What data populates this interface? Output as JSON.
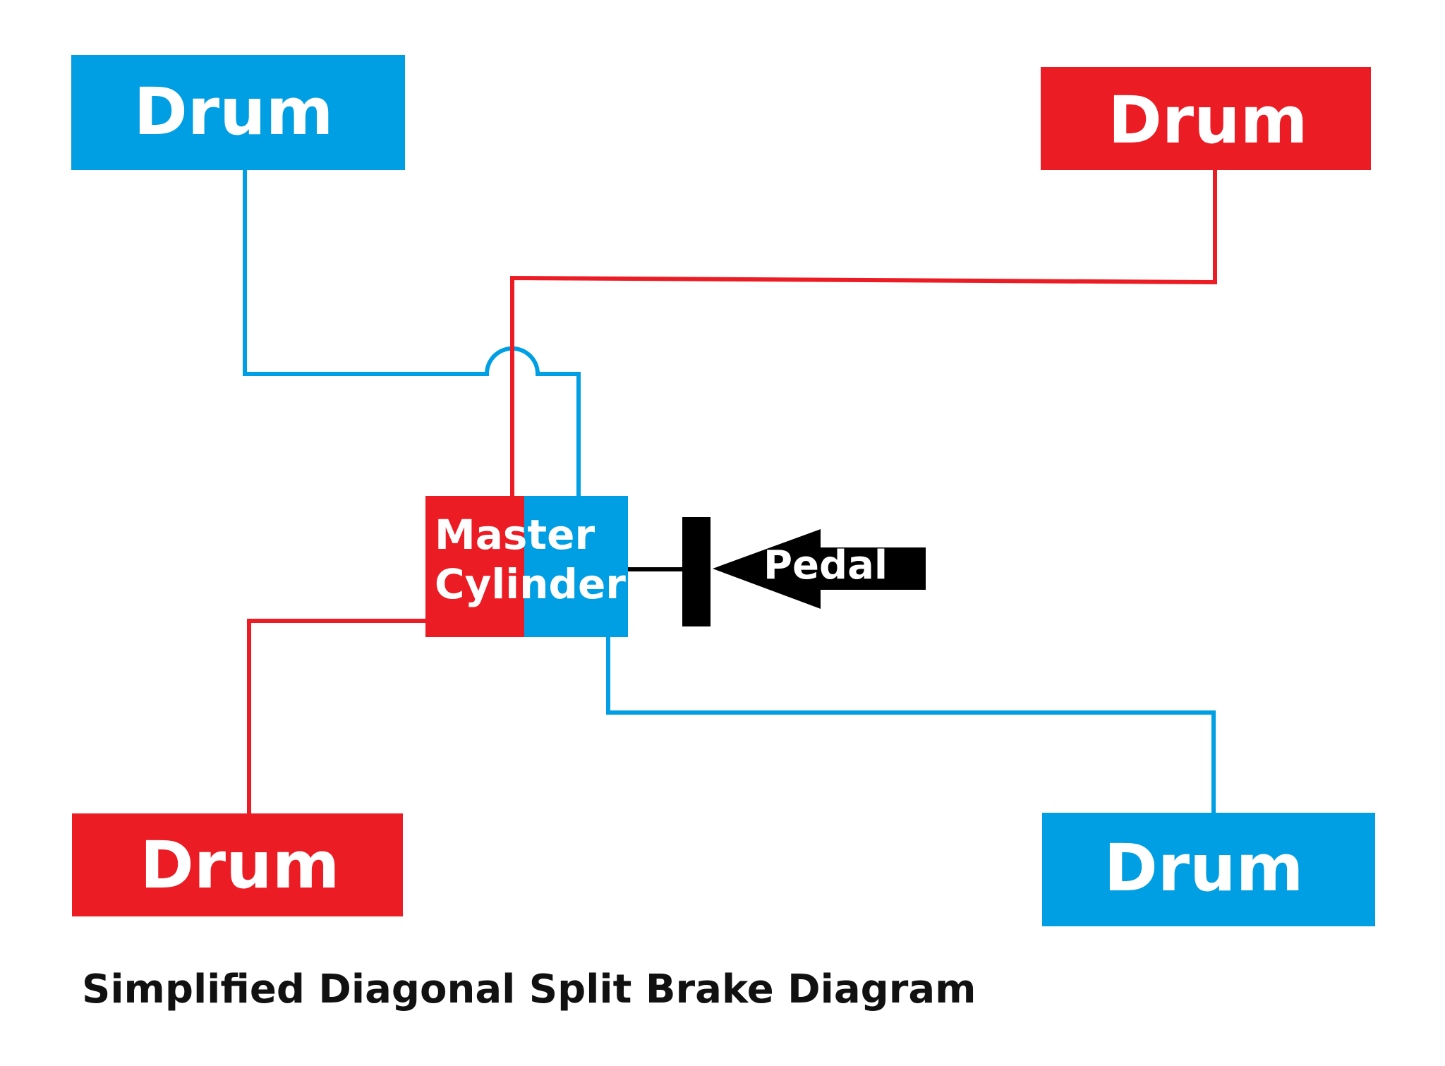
{
  "colors": {
    "circuit_a": "#009fe3",
    "circuit_b": "#ec1c24",
    "pedal": "#000000",
    "caption": "#111111"
  },
  "drums": {
    "front_left": "Drum",
    "front_right": "Drum",
    "rear_left": "Drum",
    "rear_right": "Drum"
  },
  "master_cylinder": {
    "line1": "Master",
    "line2": "Cylinder"
  },
  "pedal": {
    "label": "Pedal"
  },
  "caption": "Simplified Diagonal Split Brake Diagram"
}
